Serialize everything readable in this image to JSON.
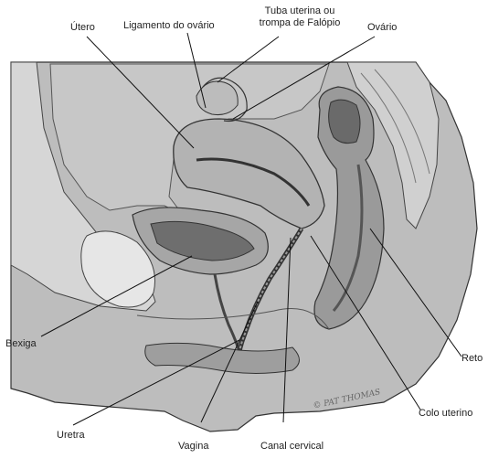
{
  "labels": {
    "utero": "Útero",
    "ligamento": "Ligamento do ovário",
    "tuba_line1": "Tuba uterina ou",
    "tuba_line2": "trompa de Falópio",
    "ovario": "Ovário",
    "bexiga": "Bexiga",
    "reto": "Reto",
    "colo": "Colo uterino",
    "uretra": "Uretra",
    "vagina": "Vagina",
    "canal": "Canal cervical"
  },
  "signature": "© PAT THOMAS",
  "colors": {
    "outline": "#333333",
    "leader": "#111111",
    "body_fill": "#bdbdbd",
    "tissue_fill": "#cfcfcf",
    "organ_fill": "#a9a9a9",
    "dark_fill": "#6a6a6a"
  }
}
